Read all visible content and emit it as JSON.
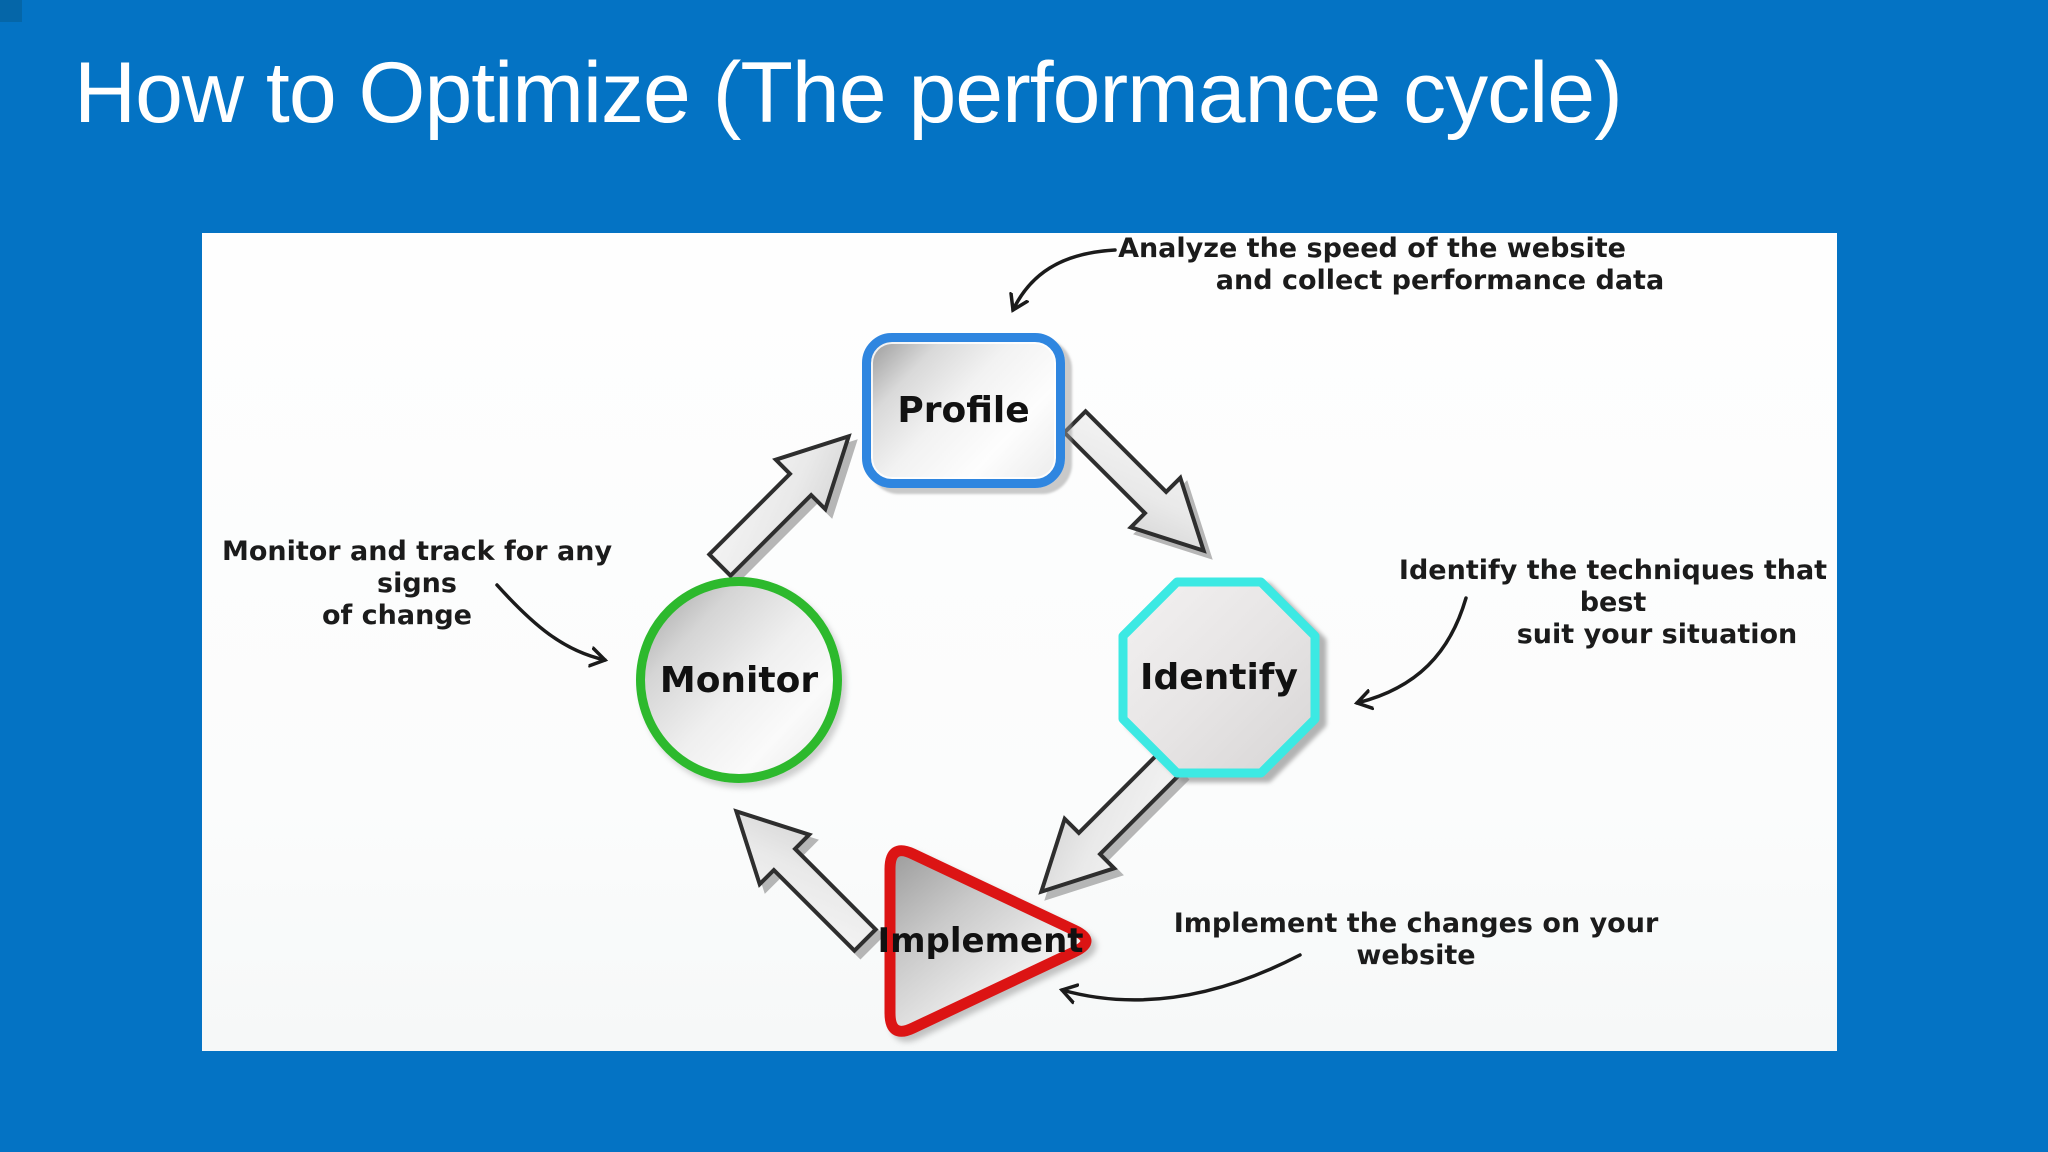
{
  "slide": {
    "title": "How to Optimize (The performance cycle)"
  },
  "colors": {
    "background": "#0473c4",
    "corner_square": "#0566a8",
    "title_text": "#ffffff",
    "panel": "#fdfdfe",
    "diagram_text": "#111111",
    "annotation_ink": "#1b1b1b",
    "profile_border": "#2f86e0",
    "identify_border": "#3ce9e3",
    "implement_border": "#dc1414",
    "monitor_border": "#2db92d",
    "arrow_fill": "#ececec",
    "arrow_outline": "#2e2e2e"
  },
  "diagram": {
    "nodes": [
      {
        "id": "profile",
        "label": "Profile",
        "shape": "rounded-rectangle",
        "border_color": "#2f86e0"
      },
      {
        "id": "identify",
        "label": "Identify",
        "shape": "octagon",
        "border_color": "#3ce9e3"
      },
      {
        "id": "implement",
        "label": "Implement",
        "shape": "triangle",
        "border_color": "#dc1414"
      },
      {
        "id": "monitor",
        "label": "Monitor",
        "shape": "circle",
        "border_color": "#2db92d"
      }
    ],
    "annotations": [
      {
        "target": "profile",
        "line1": "Analyze the speed of the website",
        "line2": "and collect performance data"
      },
      {
        "target": "identify",
        "line1": "Identify the techniques that best",
        "line2": "suit your situation"
      },
      {
        "target": "implement",
        "line1": "Implement the changes on your",
        "line2": "website"
      },
      {
        "target": "monitor",
        "line1": "Monitor and track for any signs",
        "line2": "of change"
      }
    ]
  }
}
